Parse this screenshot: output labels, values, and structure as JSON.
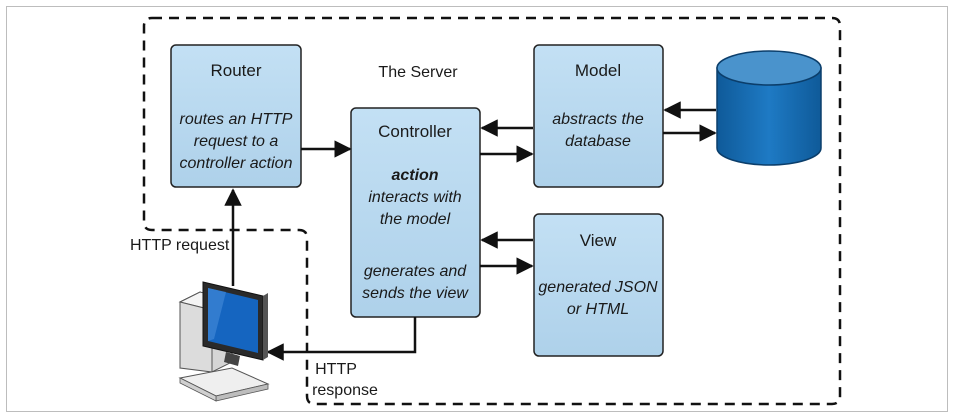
{
  "server": {
    "label": "The Server"
  },
  "router": {
    "title": "Router",
    "body": [
      "routes an HTTP",
      "request to a",
      "controller action"
    ]
  },
  "controller": {
    "title": "Controller",
    "action": "action",
    "body": [
      "interacts with",
      "the model",
      "",
      "generates and",
      "sends the view"
    ]
  },
  "model": {
    "title": "Model",
    "body": [
      "abstracts the",
      "database"
    ]
  },
  "view": {
    "title": "View",
    "body": [
      "generated JSON",
      "or HTML"
    ]
  },
  "labels": {
    "request": "HTTP request",
    "response_line1": "HTTP",
    "response_line2": "response"
  },
  "icons": [
    "database-icon",
    "computer-icon"
  ],
  "colors": {
    "box_fill": "#b7d7ee",
    "box_stroke": "#222222",
    "database_fill": "#1a6fb4",
    "database_top": "#4a93cc",
    "monitor_screen": "#1565c0"
  }
}
